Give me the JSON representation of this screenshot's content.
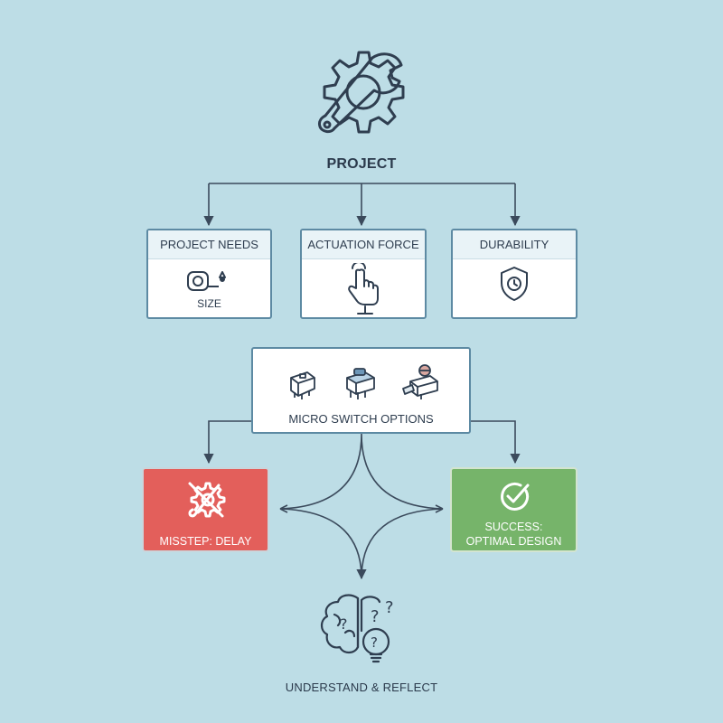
{
  "diagram": {
    "root": {
      "label": "PROJECT",
      "icon": "gear-wrench-icon"
    },
    "criteria": [
      {
        "title": "PROJECT NEEDS",
        "caption": "SIZE",
        "icon": "tape-measure-icon"
      },
      {
        "title": "ACTUATION FORCE",
        "caption": "",
        "icon": "pointing-hand-icon"
      },
      {
        "title": "DURABILITY",
        "caption": "",
        "icon": "shield-clock-icon"
      }
    ],
    "options": {
      "title": "MICRO SWITCH OPTIONS",
      "icons": [
        "basic-switch-icon",
        "roller-lever-switch-icon",
        "lever-switch-icon"
      ]
    },
    "outcomes": {
      "failure": {
        "label": "MISSTEP: DELAY",
        "icon": "crossed-gear-wrench-icon",
        "color": "#e35f5b"
      },
      "success": {
        "label_line1": "SUCCESS:",
        "label_line2": "OPTIMAL DESIGN",
        "icon": "check-circle-icon",
        "color": "#76b46a"
      }
    },
    "reflection": {
      "label": "UNDERSTAND & REFLECT",
      "icon": "brain-question-icon"
    },
    "colors": {
      "background": "#bddde6",
      "line": "#3b4a5c",
      "card_border": "#5d8aa3"
    }
  }
}
